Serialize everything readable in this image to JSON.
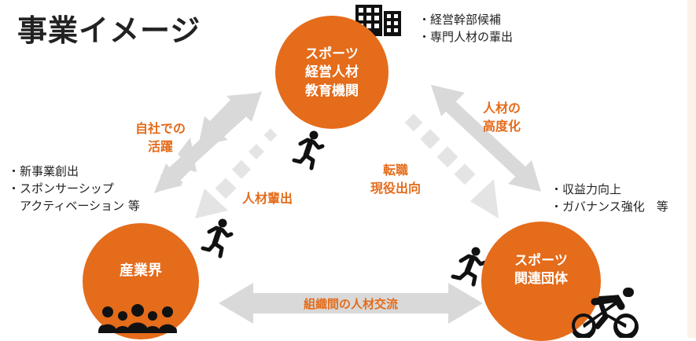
{
  "title": "事業イメージ",
  "nodes": {
    "top": [
      "スポーツ",
      "経営人材",
      "教育機関"
    ],
    "left": [
      "産業界"
    ],
    "right": [
      "スポーツ",
      "関連団体"
    ]
  },
  "edge_labels": {
    "left_solid": [
      "自社での",
      "活躍"
    ],
    "left_dotted": [
      "人材輩出"
    ],
    "right_solid": [
      "人材の",
      "高度化"
    ],
    "right_dotted": [
      "転職",
      "現役出向"
    ],
    "bottom": "組織間の人材交流"
  },
  "notes": {
    "top": [
      "・経営幹部候補",
      "・専門人材の輩出"
    ],
    "left": [
      "・新事業創出",
      "・スポンサーシップ",
      "　アクティベーション 等"
    ],
    "right": [
      "・収益力向上",
      "・ガバナンス強化　等"
    ]
  },
  "colors": {
    "accent": "#e46c1b",
    "arrow": "#d9d9d9",
    "icon": "#111111",
    "background": "#ffffff"
  },
  "icons": [
    "office-building-icon",
    "runner-icon",
    "business-people-icon",
    "cyclist-icon"
  ]
}
